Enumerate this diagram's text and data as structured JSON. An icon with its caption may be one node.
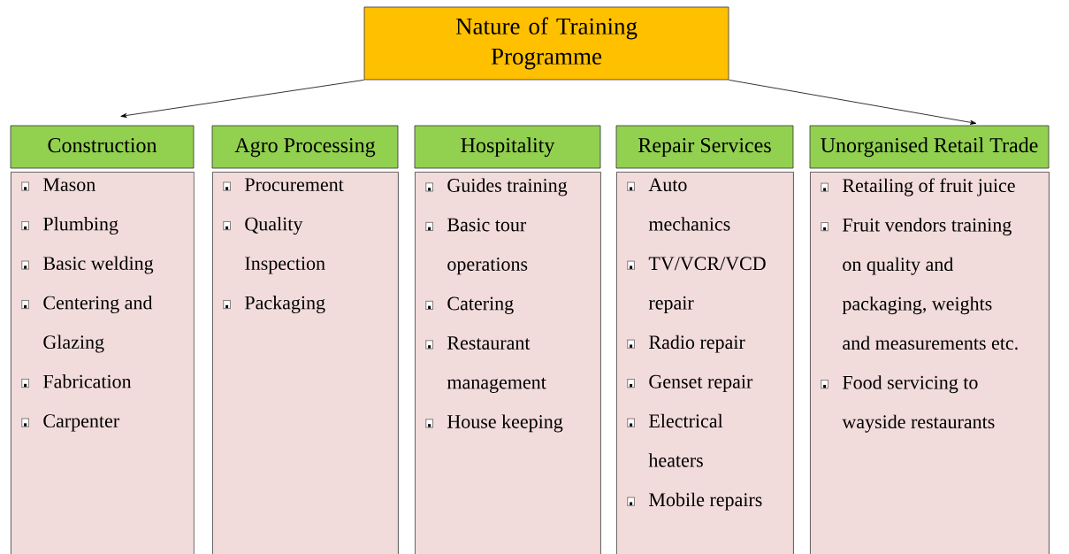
{
  "diagram": {
    "nodes": [
      {
        "text": [
          "Nature of Training Programme"
        ]
      },
      {
        "text": [
          "Construction"
        ]
      },
      {
        "text": [
          "Agro Processing"
        ]
      },
      {
        "text": [
          "Hospitality"
        ]
      },
      {
        "text": [
          "Repair Services"
        ]
      },
      {
        "text": [
          "Unorganised Retail Trade"
        ]
      },
      {
        "text": [
          "Mason",
          "Plumbing",
          "Basic welding",
          "Centering and Glazing",
          "Fabrication",
          "Carpenter"
        ]
      },
      {
        "text": [
          "Procurement",
          "Quality Inspection",
          "Packaging"
        ]
      },
      {
        "text": [
          "Guides training",
          "Basic tour operations",
          "Catering",
          "Restaurant management",
          "House keeping"
        ]
      },
      {
        "text": [
          "Auto mechanics",
          "TV/VCR/VCD repair",
          "Radio repair",
          "Genset repair",
          "Electrical heaters",
          "Mobile repairs"
        ]
      },
      {
        "text": [
          "Retailing of fruit juice",
          "Fruit vendors training on quality and packaging, weights and measurements etc.",
          "Food servicing to wayside restaurants"
        ]
      }
    ],
    "edges": [
      {
        "from": 0,
        "to": 1,
        "arrow": "to"
      },
      {
        "from": 0,
        "to": 5,
        "arrow": "to"
      }
    ]
  }
}
